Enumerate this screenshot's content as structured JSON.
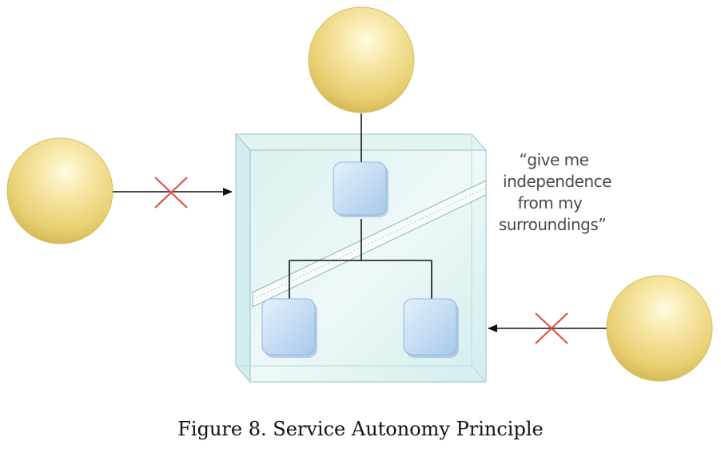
{
  "diagram": {
    "quote": {
      "line1": "“give me",
      "line2": "independence",
      "line3": "from my",
      "line4": "surroundings”"
    },
    "colors": {
      "consumer_sphere": "#f2d97a",
      "service_box": "#bcd6ef",
      "glass_box": "#d6efee",
      "connector": "#111111",
      "blocked_mark": "#d9534f"
    }
  },
  "caption": "Figure 8. Service Autonomy Principle"
}
